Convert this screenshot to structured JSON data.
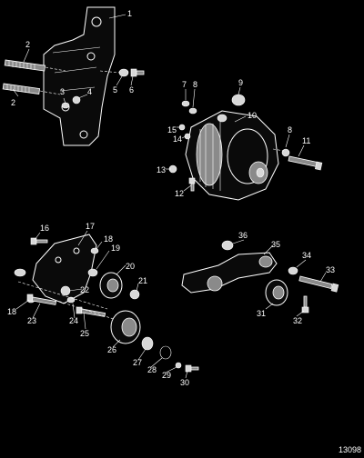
{
  "figure_ref": "13098",
  "callouts": [
    "1",
    "2",
    "2",
    "3",
    "4",
    "5",
    "6",
    "7",
    "8",
    "9",
    "10",
    "11",
    "12",
    "13",
    "14",
    "15",
    "16",
    "17",
    "18",
    "19",
    "20",
    "21",
    "22",
    "23",
    "24",
    "25",
    "26",
    "27",
    "28",
    "29",
    "30",
    "31",
    "32",
    "33",
    "34",
    "35",
    "36",
    "8",
    "18"
  ]
}
